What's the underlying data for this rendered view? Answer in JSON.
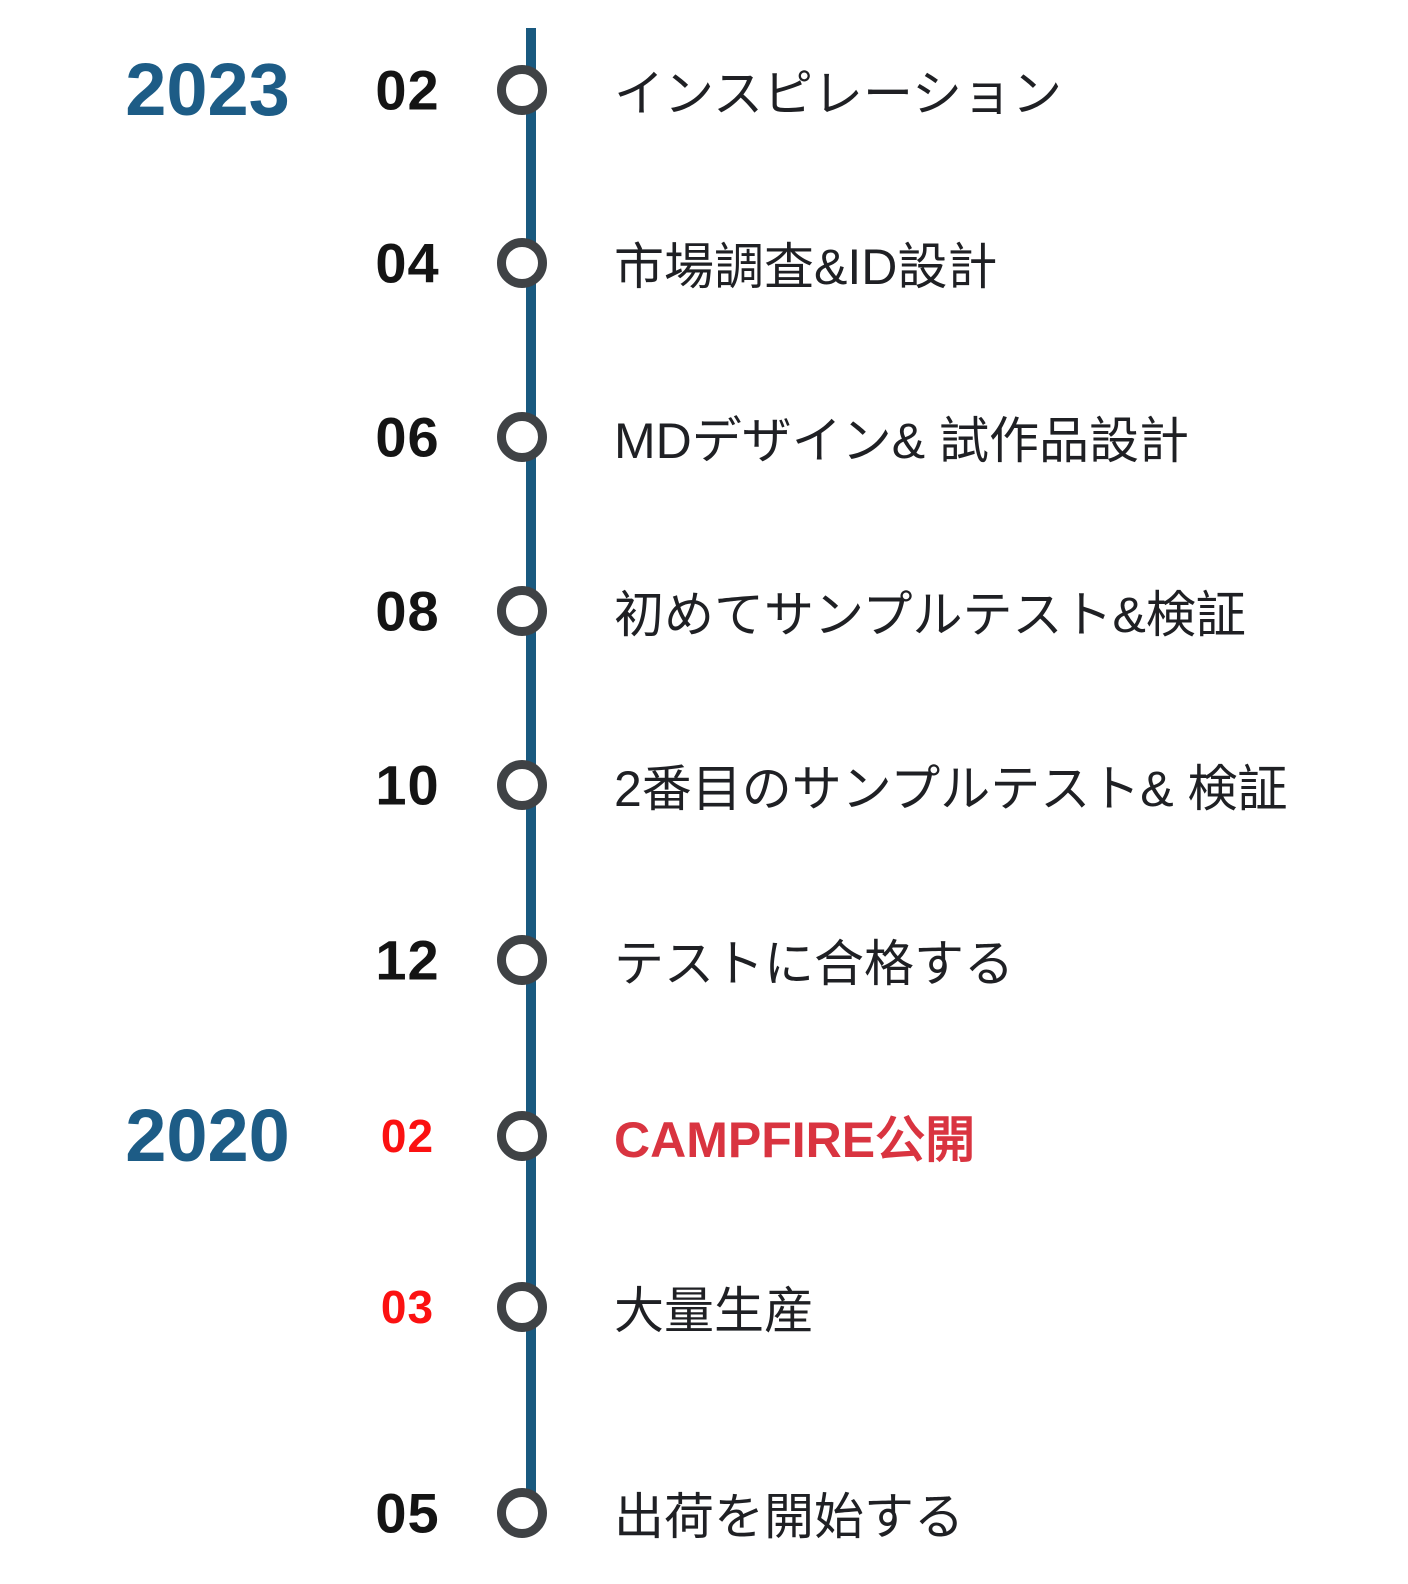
{
  "colors": {
    "year_blue": "#1d5c86",
    "line_blue": "#19597f",
    "month_black": "#141414",
    "month_red": "#fb1111",
    "label_black": "#1f2024",
    "label_red": "#d93440",
    "circle_stroke": "#3f4245",
    "circle_fill": "#ffffff",
    "page_bg": "#ffffff"
  },
  "timeline": {
    "years": [
      {
        "label": "2023"
      },
      {
        "label": "2020"
      }
    ],
    "events": [
      {
        "month": "02",
        "label": "インスピレーション"
      },
      {
        "month": "04",
        "label": "市場調査&ID設計"
      },
      {
        "month": "06",
        "label": "MDデザイン& 試作品設計"
      },
      {
        "month": "08",
        "label": "初めてサンプルテスト&検証"
      },
      {
        "month": "10",
        "label": "2番目のサンプルテスト& 検証"
      },
      {
        "month": "12",
        "label": "テストに合格する"
      },
      {
        "month": "02",
        "label": "CAMPFIRE公開",
        "month_highlight": "red",
        "label_highlight": "red"
      },
      {
        "month": "03",
        "label": "大量生産",
        "month_highlight": "red"
      },
      {
        "month": "05",
        "label": "出荷を開始する"
      }
    ]
  }
}
